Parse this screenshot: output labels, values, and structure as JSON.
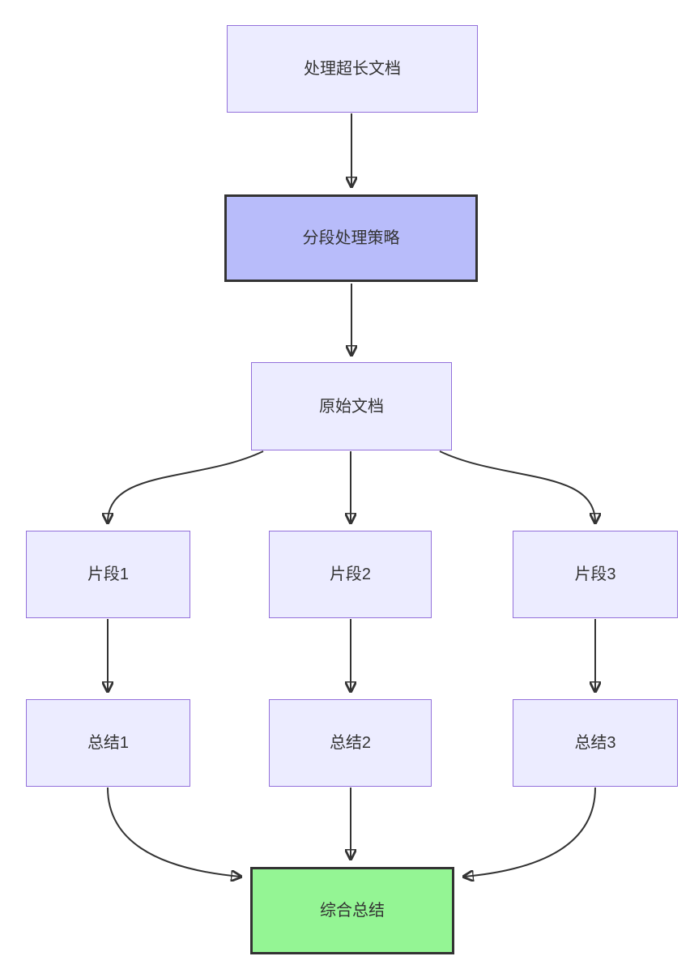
{
  "diagram": {
    "type": "flowchart",
    "direction": "top-down",
    "background_color": "#ffffff",
    "edge_color": "#333333",
    "text_color": "#333333",
    "nodes": [
      {
        "id": "A",
        "label": "处理超长文档",
        "fill": "#ECECFF",
        "border": "#9370DB",
        "style": "default"
      },
      {
        "id": "B",
        "label": "分段处理策略",
        "fill": "#B8BCFA",
        "border": "#333333",
        "style": "strategy"
      },
      {
        "id": "C",
        "label": "原始文档",
        "fill": "#ECECFF",
        "border": "#9370DB",
        "style": "default"
      },
      {
        "id": "D1",
        "label": "片段1",
        "fill": "#ECECFF",
        "border": "#9370DB",
        "style": "default"
      },
      {
        "id": "D2",
        "label": "片段2",
        "fill": "#ECECFF",
        "border": "#9370DB",
        "style": "default"
      },
      {
        "id": "D3",
        "label": "片段3",
        "fill": "#ECECFF",
        "border": "#9370DB",
        "style": "default"
      },
      {
        "id": "E1",
        "label": "总结1",
        "fill": "#ECECFF",
        "border": "#9370DB",
        "style": "default"
      },
      {
        "id": "E2",
        "label": "总结2",
        "fill": "#ECECFF",
        "border": "#9370DB",
        "style": "default"
      },
      {
        "id": "E3",
        "label": "总结3",
        "fill": "#ECECFF",
        "border": "#9370DB",
        "style": "default"
      },
      {
        "id": "F",
        "label": "综合总结",
        "fill": "#94F594",
        "border": "#333333",
        "style": "result"
      }
    ],
    "edges": [
      {
        "from": "A",
        "to": "B"
      },
      {
        "from": "B",
        "to": "C"
      },
      {
        "from": "C",
        "to": "D1"
      },
      {
        "from": "C",
        "to": "D2"
      },
      {
        "from": "C",
        "to": "D3"
      },
      {
        "from": "D1",
        "to": "E1"
      },
      {
        "from": "D2",
        "to": "E2"
      },
      {
        "from": "D3",
        "to": "E3"
      },
      {
        "from": "E1",
        "to": "F"
      },
      {
        "from": "E2",
        "to": "F"
      },
      {
        "from": "E3",
        "to": "F"
      }
    ]
  }
}
